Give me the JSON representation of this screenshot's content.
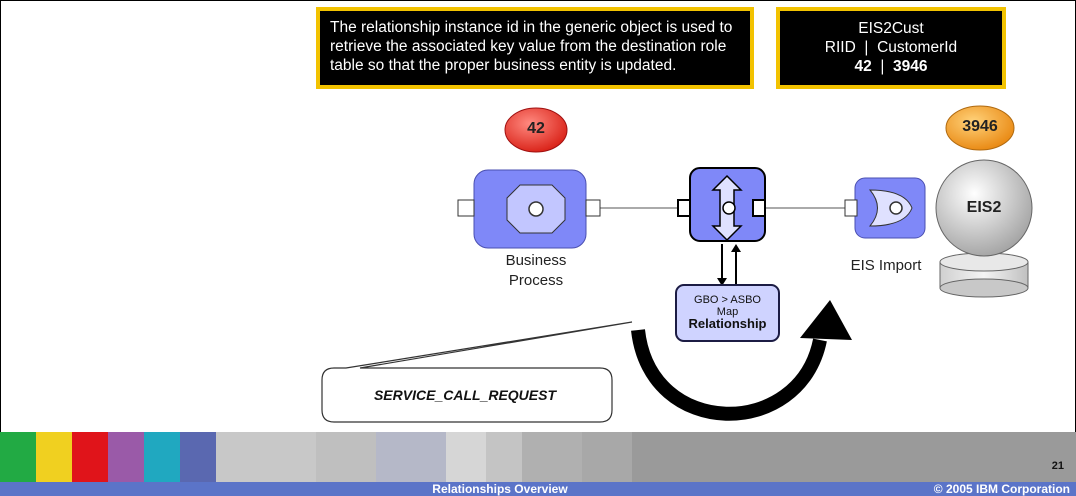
{
  "callouts": {
    "explanation": "The relationship instance id in the generic object is used to retrieve the associated key value from the destination role table so that the proper business entity is updated.",
    "table_title": "EIS2Cust",
    "col1_header": "RIID",
    "col2_header": "CustomerId",
    "col1_value": "42",
    "col2_value": "3946"
  },
  "diagram": {
    "left_badge": "42",
    "right_badge": "3946",
    "business_process_label_line1": "Business",
    "business_process_label_line2": "Process",
    "map_line1": "GBO > ASBO",
    "map_line2": "Map",
    "map_line3": "Relationship",
    "eis_import_label": "EIS Import",
    "eis_label": "EIS2",
    "speech_bubble": "SERVICE_CALL_REQUEST"
  },
  "colors": {
    "callout_border": "#f2c200",
    "component_fill": "#7f88f8",
    "badge_red": "#e8322a",
    "badge_orange": "#f39a1e",
    "footer_blue": "#5b74c8"
  },
  "footer": {
    "title": "Relationships Overview",
    "copyright": "© 2005 IBM Corporation",
    "page_number": "21"
  }
}
